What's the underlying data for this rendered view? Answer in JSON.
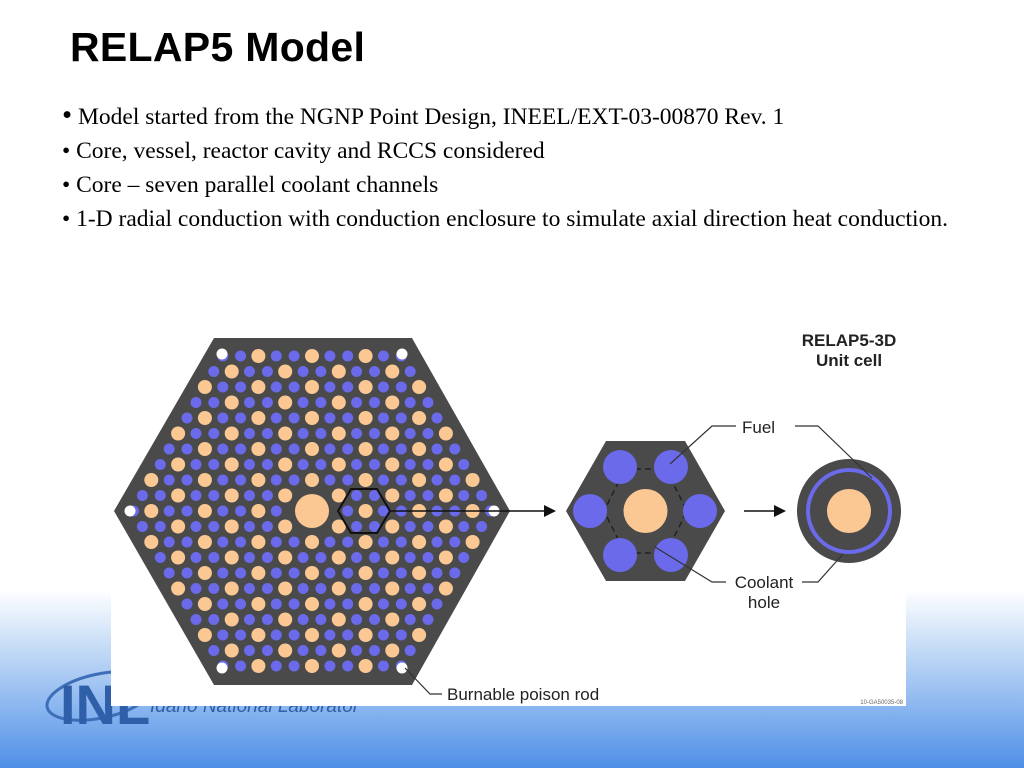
{
  "slide": {
    "title": "RELAP5 Model",
    "bullets": [
      "Model started from the NGNP Point Design, INEEL/EXT-03-00870 Rev. 1",
      "Core, vessel, reactor cavity and RCCS considered",
      "Core – seven parallel coolant channels",
      "1-D radial conduction with conduction enclosure to simulate axial direction heat conduction."
    ],
    "bullet_char": "•"
  },
  "figure": {
    "unit_cell_title_1": "RELAP5-3D",
    "unit_cell_title_2": "Unit cell",
    "label_fuel": "Fuel",
    "label_coolant_1": "Coolant",
    "label_coolant_2": "hole",
    "label_burnable": "Burnable poison rod",
    "figure_id": "10-GA50035-08",
    "colors": {
      "block": "#4a4a4a",
      "fuel": "#fbc894",
      "coolant": "#6a6aea",
      "poison": "#ffffff"
    }
  },
  "footer": {
    "logo_text": "INL",
    "lab_name": "Idaho National Laboratory"
  }
}
